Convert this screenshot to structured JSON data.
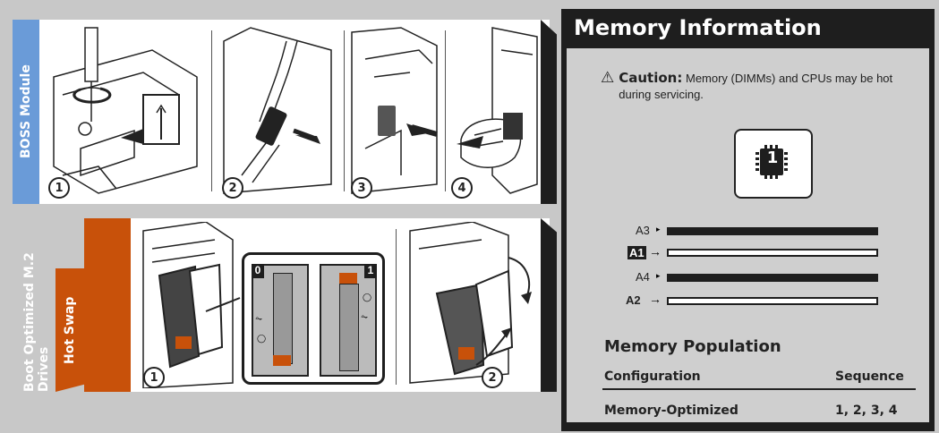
{
  "boss": {
    "label": "BOSS Module",
    "steps": [
      "1",
      "2",
      "3",
      "4"
    ],
    "tab_color": "#6a9bd8"
  },
  "hot_swap": {
    "label": "Hot Swap",
    "title": "Boot Optimized M.2 Drives",
    "steps": [
      "1",
      "2"
    ],
    "bays": [
      "0",
      "1"
    ],
    "tab_color": "#c8510a"
  },
  "memory": {
    "title": "Memory Information",
    "caution_label": "Caution:",
    "caution_text": "Memory (DIMMs) and CPUs may be hot during servicing.",
    "chip_icon": "cpu-chip-icon",
    "chip_number": "1",
    "slots": [
      {
        "label": "A3",
        "state": "dark"
      },
      {
        "label": "A1",
        "state": "light"
      },
      {
        "label": "A4",
        "state": "dark"
      },
      {
        "label": "A2",
        "state": "light"
      }
    ],
    "population_title": "Memory Population",
    "table": {
      "headers": [
        "Configuration",
        "Sequence"
      ],
      "rows": [
        [
          "Memory-Optimized",
          "1, 2, 3, 4"
        ]
      ]
    }
  },
  "colors": {
    "dark": "#1e1e1e",
    "orange": "#c8510a",
    "blue": "#6a9bd8"
  }
}
